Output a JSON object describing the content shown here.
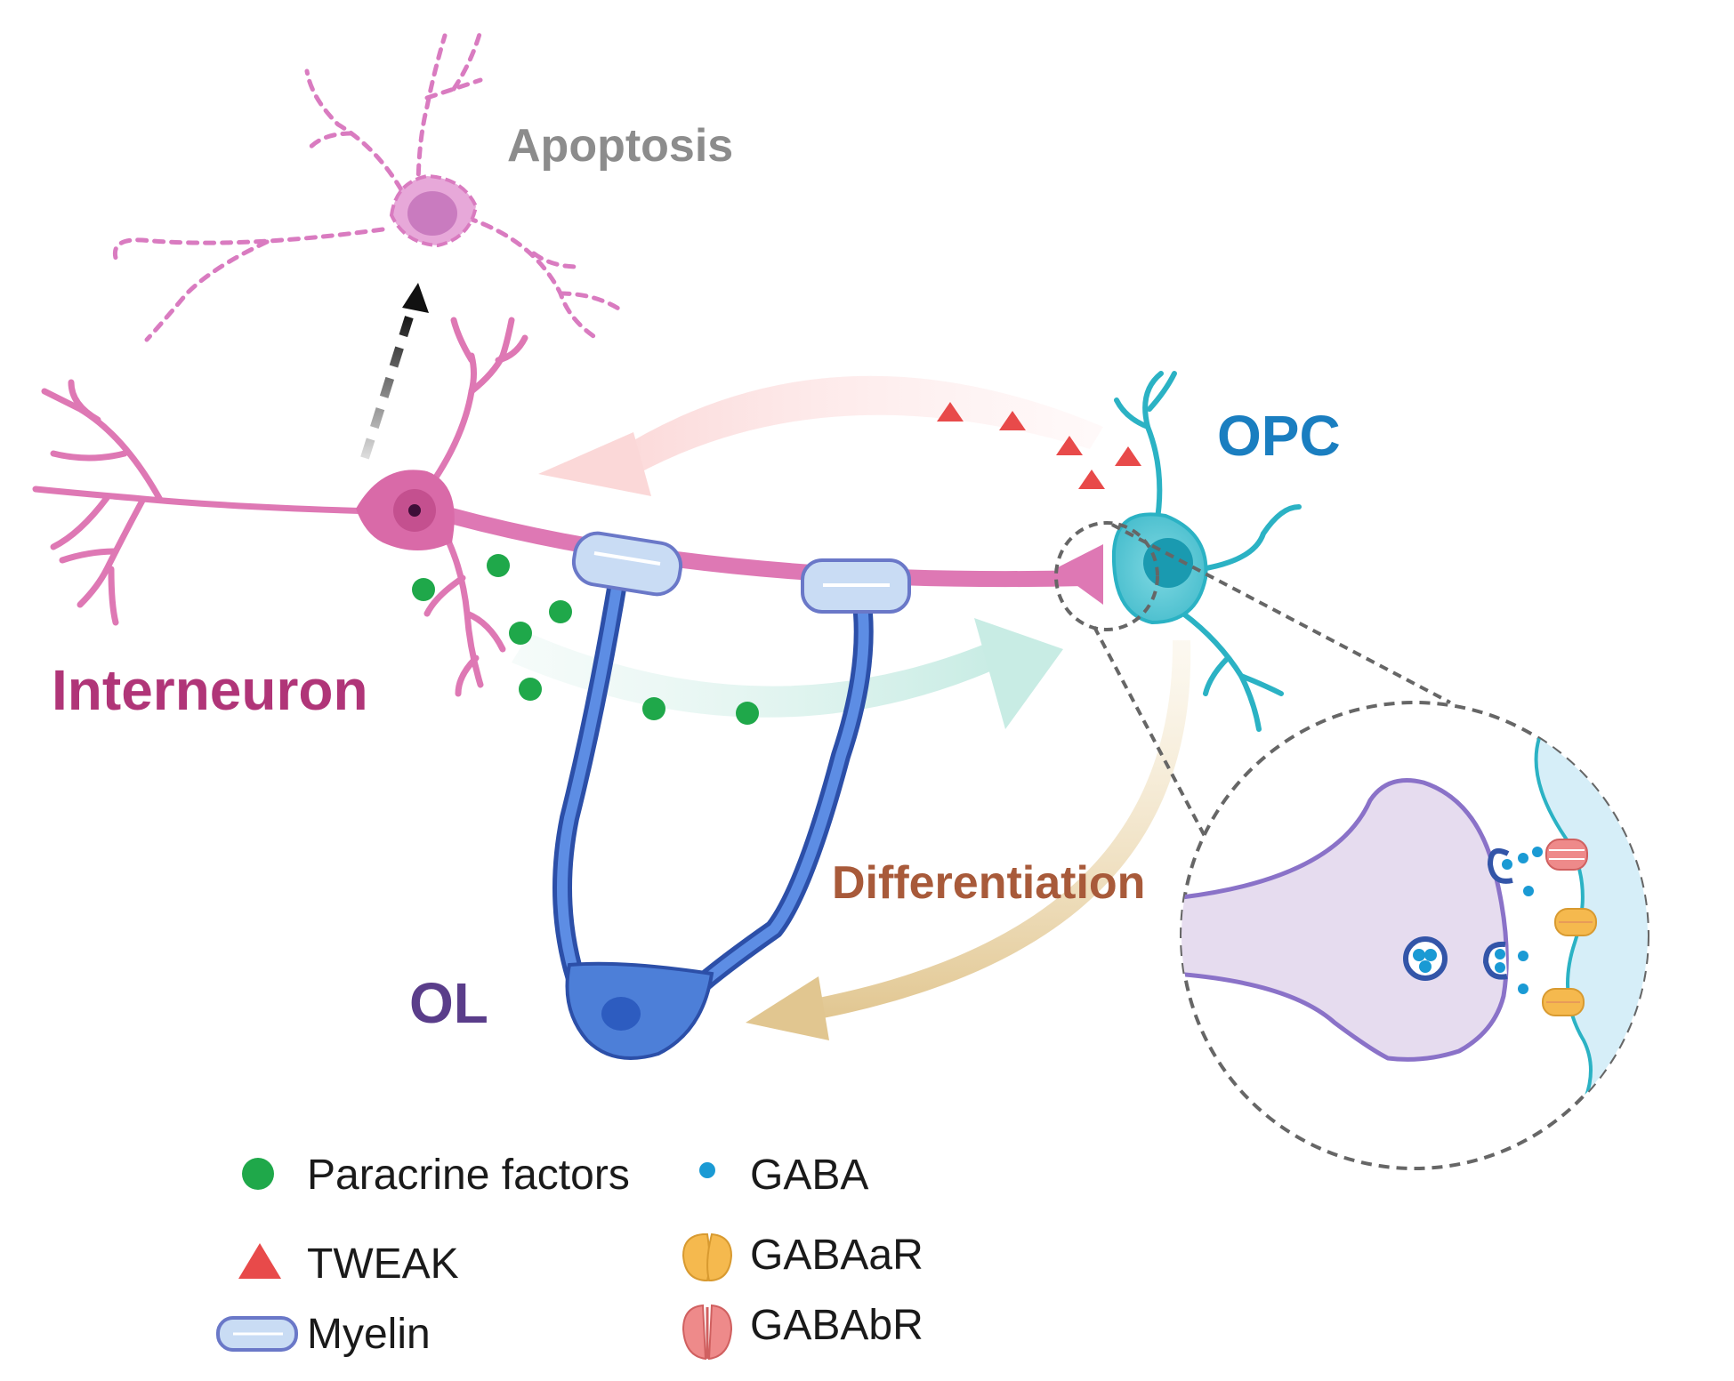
{
  "labels": {
    "apoptosis": "Apoptosis",
    "interneuron": "Interneuron",
    "opc": "OPC",
    "ol": "OL",
    "differentiation": "Differentiation"
  },
  "legend": {
    "paracrine_factors": "Paracrine factors",
    "gaba": "GABA",
    "tweak": "TWEAK",
    "gabaar": "GABAaR",
    "myelin": "Myelin",
    "gababr": "GABAbR"
  },
  "colors": {
    "interneuron": "#b03578",
    "neuron_body": "#de78b4",
    "apoptosis_text": "#8c8c8c",
    "opc": "#1a7ec0",
    "opc_cell": "#55c6d4",
    "ol": "#5a3d8a",
    "ol_cell": "#4d7fd8",
    "differentiation": "#a85a3a",
    "paracrine": "#1fa84a",
    "tweak": "#e84a4a",
    "gaba": "#1a9ad4",
    "myelin": "#c9dcf4",
    "gabaar": "#f5b94e",
    "gababr": "#ee8a8a"
  }
}
